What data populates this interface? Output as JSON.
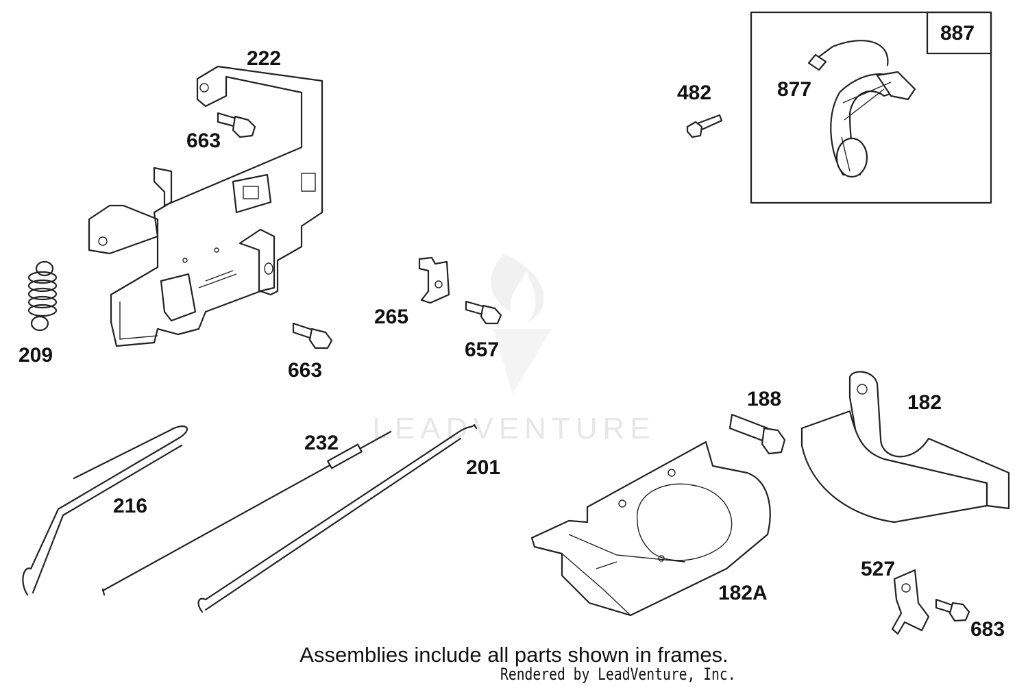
{
  "parts": [
    {
      "id": "222"
    },
    {
      "id": "663a",
      "number": "663"
    },
    {
      "id": "209"
    },
    {
      "id": "663b",
      "number": "663"
    },
    {
      "id": "265"
    },
    {
      "id": "657"
    },
    {
      "id": "482"
    },
    {
      "id": "877"
    },
    {
      "id": "887"
    },
    {
      "id": "188"
    },
    {
      "id": "182"
    },
    {
      "id": "232"
    },
    {
      "id": "201"
    },
    {
      "id": "216"
    },
    {
      "id": "182A"
    },
    {
      "id": "527"
    },
    {
      "id": "683"
    }
  ],
  "labels": {
    "p222": "222",
    "p663a": "663",
    "p209": "209",
    "p663b": "663",
    "p265": "265",
    "p657": "657",
    "p482": "482",
    "p877": "877",
    "p887": "887",
    "p188": "188",
    "p182": "182",
    "p232": "232",
    "p201": "201",
    "p216": "216",
    "p182A": "182A",
    "p527": "527",
    "p683": "683"
  },
  "watermark": "LEADVENTURE",
  "footer": {
    "note": "Assemblies include all parts shown in frames.",
    "credit": "Rendered by LeadVenture, Inc."
  }
}
